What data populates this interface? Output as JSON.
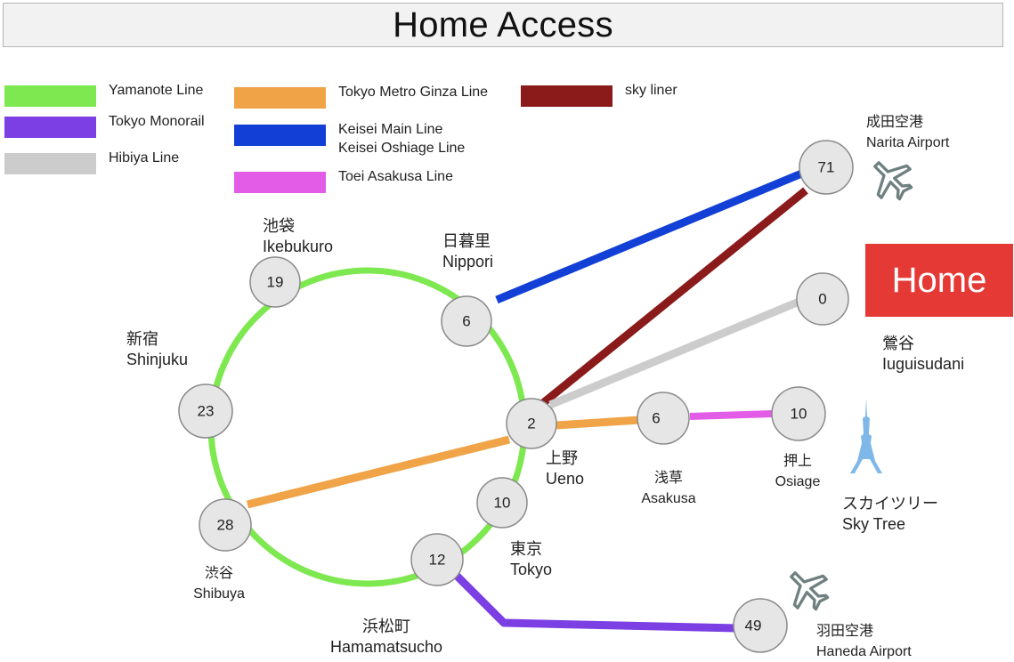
{
  "title": "Home Access",
  "home_label": "Home",
  "colors": {
    "yamanote": "#7de84f",
    "ginza": "#f0a347",
    "skyliner": "#8b1a1a",
    "monorail": "#7b3fe4",
    "keisei": "#1240d6",
    "hibiya": "#cccccc",
    "asakusa": "#e35ce8",
    "home": "#e53935",
    "station_fill": "#e6e6e6",
    "station_stroke": "#8a8a8a"
  },
  "legend": [
    {
      "lines": [
        "Yamanote Line"
      ],
      "color": "#7de84f"
    },
    {
      "lines": [
        "Tokyo Monorail"
      ],
      "color": "#7b3fe4"
    },
    {
      "lines": [
        "Hibiya Line"
      ],
      "color": "#cccccc"
    },
    {
      "lines": [
        "Tokyo Metro Ginza Line"
      ],
      "color": "#f0a347"
    },
    {
      "lines": [
        "Keisei Main Line",
        "Keisei Oshiage Line"
      ],
      "color": "#1240d6"
    },
    {
      "lines": [
        "Toei Asakusa Line"
      ],
      "color": "#e35ce8"
    },
    {
      "lines": [
        "sky liner"
      ],
      "color": "#8b1a1a"
    }
  ],
  "stations": [
    {
      "id": "ikebukuro",
      "ja": "池袋",
      "en": "Ikebukuro",
      "minutes": "19"
    },
    {
      "id": "nippori",
      "ja": "日暮里",
      "en": "Nippori",
      "minutes": "6"
    },
    {
      "id": "shinjuku",
      "ja": "新宿",
      "en": "Shinjuku",
      "minutes": "23"
    },
    {
      "id": "ueno",
      "ja": "上野",
      "en": "Ueno",
      "minutes": "2"
    },
    {
      "id": "tokyo",
      "ja": "東京",
      "en": "Tokyo",
      "minutes": "10"
    },
    {
      "id": "hamamatsucho",
      "ja": "浜松町",
      "en": "Hamamatsucho",
      "minutes": "12"
    },
    {
      "id": "shibuya",
      "ja": "渋谷",
      "en": "Shibuya",
      "minutes": "28"
    },
    {
      "id": "asakusa",
      "ja": "浅草",
      "en": "Asakusa",
      "minutes": "6"
    },
    {
      "id": "oshiage",
      "ja": "押上",
      "en": "Osiage",
      "minutes": "10"
    },
    {
      "id": "narita",
      "ja": "成田空港",
      "en": "Narita Airport",
      "minutes": "71"
    },
    {
      "id": "uguisudani",
      "ja": "鶯谷",
      "en": "Iuguisudani",
      "minutes": "0"
    },
    {
      "id": "haneda",
      "ja": "羽田空港",
      "en": "Haneda Airport",
      "minutes": "49"
    }
  ],
  "landmarks": [
    {
      "id": "skytree",
      "ja": "スカイツリー",
      "en": "Sky Tree",
      "icon": "tower-icon"
    }
  ],
  "icons": {
    "airport": "airplane-icon",
    "landmark": "tower-icon"
  },
  "connections": [
    {
      "line": "keisei",
      "from": "nippori",
      "to": "narita"
    },
    {
      "line": "skyliner",
      "from": "ueno",
      "to": "narita"
    },
    {
      "line": "hibiya",
      "from": "ueno",
      "to": "uguisudani"
    },
    {
      "line": "ginza",
      "from": "shibuya",
      "to": "ueno"
    },
    {
      "line": "ginza",
      "from": "ueno",
      "to": "asakusa"
    },
    {
      "line": "asakusa",
      "from": "asakusa",
      "to": "oshiage"
    },
    {
      "line": "monorail",
      "from": "hamamatsucho",
      "to": "haneda"
    }
  ]
}
